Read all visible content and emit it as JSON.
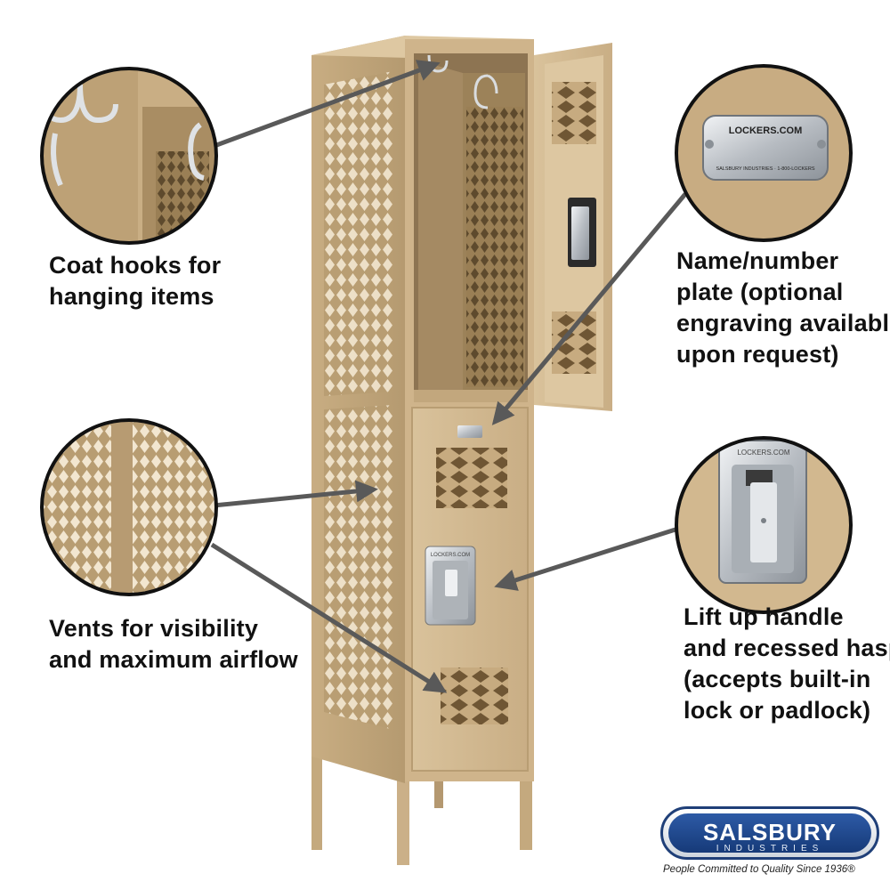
{
  "captions": {
    "hooks": [
      "Coat hooks for",
      "hanging items"
    ],
    "plate": [
      "Name/number",
      "plate (optional",
      "engraving available",
      "upon request)"
    ],
    "vents": [
      "Vents for visibility",
      "and maximum airflow"
    ],
    "handle": [
      "Lift up handle",
      "and recessed hasp",
      "(accepts built-in",
      "lock or padlock)"
    ]
  },
  "plate_text": {
    "top": "LOCKERS.COM",
    "bottom": "SALSBURY INDUSTRIES · 1-800-LOCKERS"
  },
  "handle_text": "LOCKERS.COM",
  "door_handle_text": "LOCKERS.COM",
  "logo": {
    "name": "SALSBURY",
    "sub": "INDUSTRIES",
    "tagline": "People Committed to Quality Since 1936®"
  },
  "colors": {
    "tan": "#cdb38a",
    "tan_dark": "#a88c62",
    "tan_light": "#e3cfab",
    "steel": "#c9cdd1",
    "arrow": "#595959",
    "brand_blue": "#1f4a94"
  }
}
